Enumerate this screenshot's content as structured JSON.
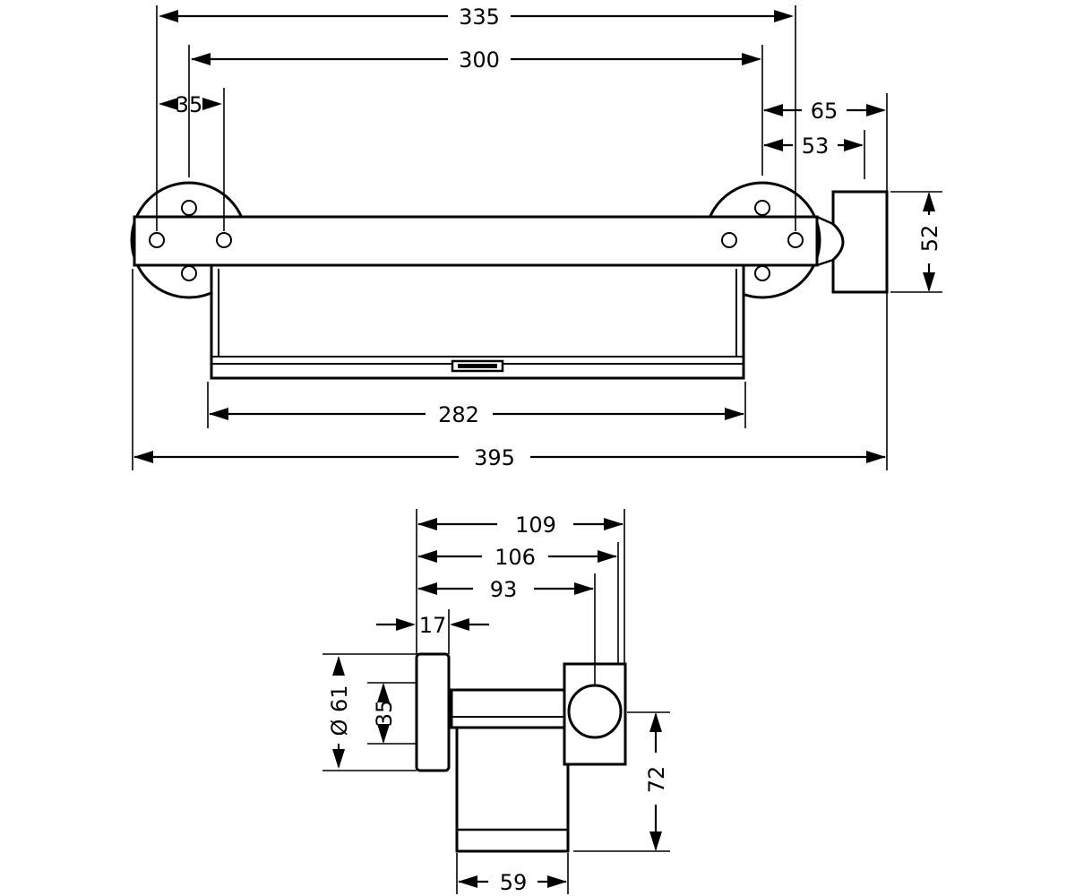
{
  "top_view": {
    "dims": {
      "overall_335": "335",
      "holes_300": "300",
      "rosette_35": "35",
      "offset_65": "65",
      "offset_53": "53",
      "height_52": "52",
      "shelf_282": "282",
      "total_395": "395"
    }
  },
  "side_view": {
    "dims": {
      "depth_109": "109",
      "depth_106": "106",
      "depth_93": "93",
      "rosette_17": "17",
      "dia_61": "Ø 61",
      "inner_35": "35",
      "height_72": "72",
      "shelf_59": "59"
    }
  }
}
